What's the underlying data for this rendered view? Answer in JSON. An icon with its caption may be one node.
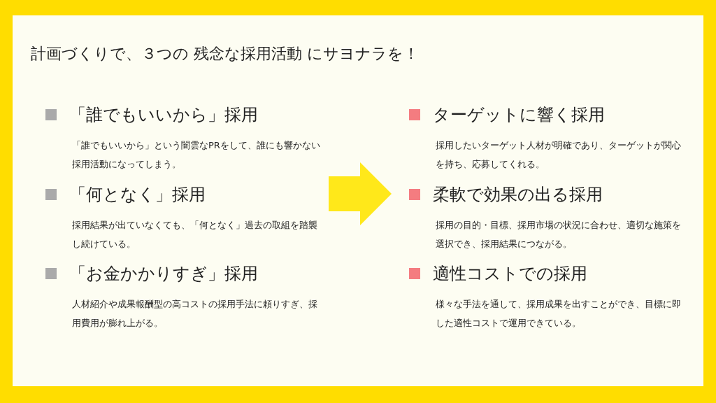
{
  "diagram": {
    "title": "計画づくりで、３つの 残念な採用活動 にサヨナラを！",
    "nodes": [
      {
        "text": [
          "「誰でもいいから」採用",
          "「誰でもいいから」という闇雲なPRをして、誰にも響かない採用活動になってしまう。"
        ]
      },
      {
        "text": [
          "「何となく」採用",
          "採用結果が出ていなくても、「何となく」過去の取組を踏襲し続けている。"
        ]
      },
      {
        "text": [
          "「お金かかりすぎ」採用",
          "人材紹介や成果報酬型の高コストの採用手法に頼りすぎ、採用費用が膨れ上がる。"
        ]
      },
      {
        "text": [
          "ターゲットに響く採用",
          "採用したいターゲット人材が明確であり、ターゲットが関心を持ち、応募してくれる。"
        ]
      },
      {
        "text": [
          "柔軟で効果の出る採用",
          "採用の目的・目標、採用市場の状況に合わせ、適切な施策を選択でき、採用結果につながる。"
        ]
      },
      {
        "text": [
          "適性コストでの採用",
          "様々な手法を通して、採用成果を出すことができ、目標に即した適性コストで運用できている。"
        ]
      }
    ],
    "edges": [
      {
        "from": 1,
        "to": 4,
        "arrow": "to"
      }
    ]
  }
}
